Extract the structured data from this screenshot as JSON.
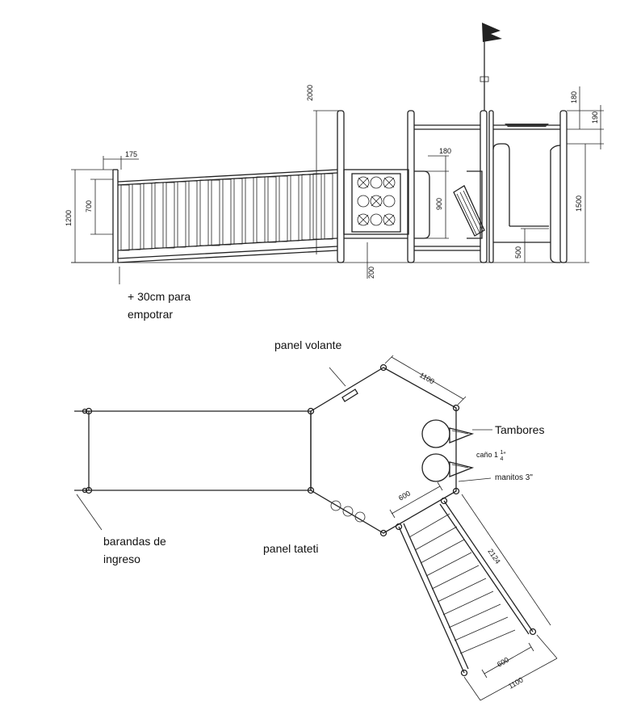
{
  "elevation": {
    "dims": {
      "d175": "175",
      "d1200": "1200",
      "d700": "700",
      "d2000": "2000",
      "d180a": "180",
      "d900": "900",
      "d200": "200",
      "d180b": "180",
      "d190": "190",
      "d1500": "1500",
      "d500": "500"
    },
    "note_line1": "+ 30cm para",
    "note_line2": "empotrar"
  },
  "plan": {
    "panel_volante": "panel volante",
    "dim_1100_top": "1100",
    "tambores": "Tambores",
    "cano_prefix": "caño 1",
    "cano_frac_num": "1",
    "cano_frac_den": "4",
    "cano_suffix": "\"",
    "manitos": "manitos 3\"",
    "dim_600_upper": "600",
    "dim_2124": "2124",
    "barandas_line1": "barandas de",
    "barandas_line2": "ingreso",
    "panel_tateti": "panel tateti",
    "dim_600_lower": "600",
    "dim_1100_bottom": "1100"
  }
}
